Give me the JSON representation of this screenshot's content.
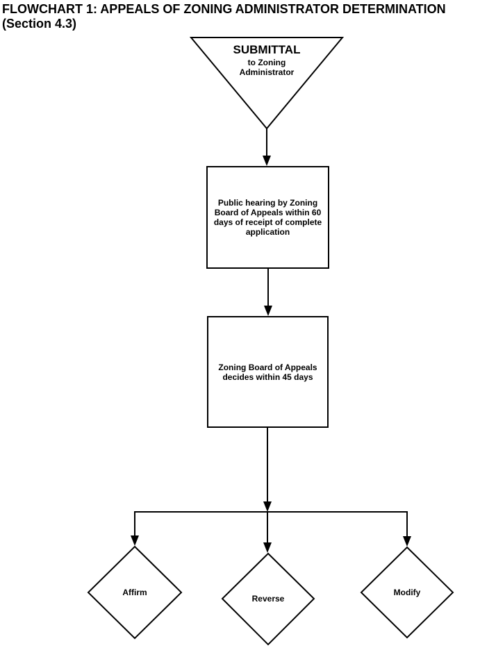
{
  "title": {
    "line1": "FLOWCHART 1: APPEALS OF ZONING ADMINISTRATOR DETERMINATION",
    "line2": "(Section 4.3)"
  },
  "flowchart": {
    "colors": {
      "line": "#000000",
      "fill": "#ffffff",
      "text": "#000000",
      "background": "#ffffff"
    },
    "start": {
      "shape": "inverted-triangle",
      "title": "SUBMITTAL",
      "subtitle_lines": [
        "to Zoning",
        "Administrator"
      ]
    },
    "steps": [
      {
        "shape": "rectangle",
        "text": "Public hearing by Zoning Board of Appeals within 60 days of receipt of complete application",
        "lines": [
          "Public hearing by Zoning",
          "Board of Appeals within 60",
          "days of receipt of complete",
          "application"
        ]
      },
      {
        "shape": "rectangle",
        "text": "Zoning Board of Appeals decides within 45 days",
        "lines": [
          "Zoning Board of Appeals",
          "decides within 45 days"
        ]
      }
    ],
    "outcomes": [
      {
        "shape": "diamond",
        "label": "Affirm"
      },
      {
        "shape": "diamond",
        "label": "Reverse"
      },
      {
        "shape": "diamond",
        "label": "Modify"
      }
    ]
  }
}
